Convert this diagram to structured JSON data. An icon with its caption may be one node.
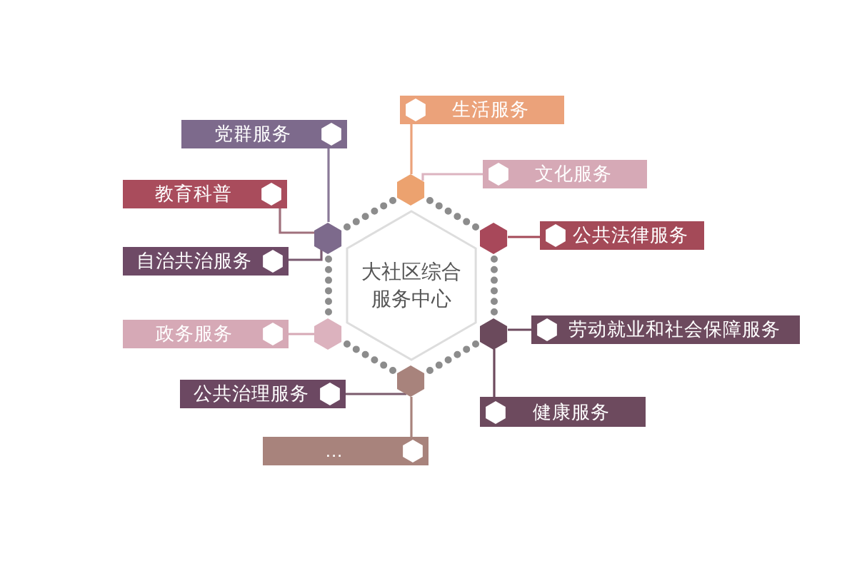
{
  "diagram": {
    "nodes": [
      {
        "text": [
          "生活服务"
        ]
      },
      {
        "text": [
          "党群服务"
        ]
      },
      {
        "text": [
          "文化服务"
        ]
      },
      {
        "text": [
          "教育科普"
        ]
      },
      {
        "text": [
          "公共法律服务"
        ]
      },
      {
        "text": [
          "自治共治服务"
        ]
      },
      {
        "text": [
          "大社区综合服务中心"
        ]
      },
      {
        "text": [
          "政务服务"
        ]
      },
      {
        "text": [
          "劳动就业和社会保障服务"
        ]
      },
      {
        "text": [
          "公共治理服务"
        ]
      },
      {
        "text": [
          "健康服务"
        ]
      },
      {
        "text": [
          "..."
        ]
      },
      {
        "text": [],
        "shape": "hexagon"
      },
      {
        "text": [],
        "shape": "hexagon"
      },
      {
        "text": [],
        "shape": "hexagon"
      },
      {
        "text": [],
        "shape": "hexagon"
      },
      {
        "text": [],
        "shape": "hexagon"
      },
      {
        "text": [],
        "shape": "hexagon"
      }
    ],
    "edges": [
      {
        "from": 0,
        "to": 12,
        "arrow": "none",
        "color": "#eba27a"
      },
      {
        "from": 1,
        "to": 13,
        "arrow": "none",
        "color": "#8a7a98"
      },
      {
        "from": 2,
        "to": 12,
        "arrow": "none",
        "color": "#dcb4c0"
      },
      {
        "from": 3,
        "to": 13,
        "arrow": "none",
        "color": "#a0707c"
      },
      {
        "from": 4,
        "to": 14,
        "arrow": "none",
        "color": "#a44a58"
      },
      {
        "from": 5,
        "to": 13,
        "arrow": "none",
        "color": "#7a5a70"
      },
      {
        "from": 7,
        "to": 15,
        "arrow": "none",
        "color": "#d6a9b6"
      },
      {
        "from": 8,
        "to": 16,
        "arrow": "none",
        "color": "#6d4a5e"
      },
      {
        "from": 9,
        "to": 17,
        "arrow": "none",
        "color": "#7a5a6c"
      },
      {
        "from": 10,
        "to": 16,
        "arrow": "none",
        "color": "#6d4a5e"
      },
      {
        "from": 11,
        "to": 17,
        "arrow": "none",
        "color": "#a8837c"
      },
      {
        "from": 12,
        "to": 14,
        "arrow": "none",
        "style": "dashed",
        "color": "#8c8c8c"
      },
      {
        "from": 14,
        "to": 16,
        "arrow": "none",
        "style": "dashed",
        "color": "#8c8c8c"
      },
      {
        "from": 16,
        "to": 17,
        "arrow": "none",
        "style": "dashed",
        "color": "#8c8c8c"
      },
      {
        "from": 17,
        "to": 15,
        "arrow": "none",
        "style": "dashed",
        "color": "#8c8c8c"
      },
      {
        "from": 15,
        "to": 13,
        "arrow": "none",
        "style": "dashed",
        "color": "#8c8c8c"
      },
      {
        "from": 13,
        "to": 12,
        "arrow": "none",
        "style": "dashed",
        "color": "#8c8c8c"
      }
    ]
  }
}
